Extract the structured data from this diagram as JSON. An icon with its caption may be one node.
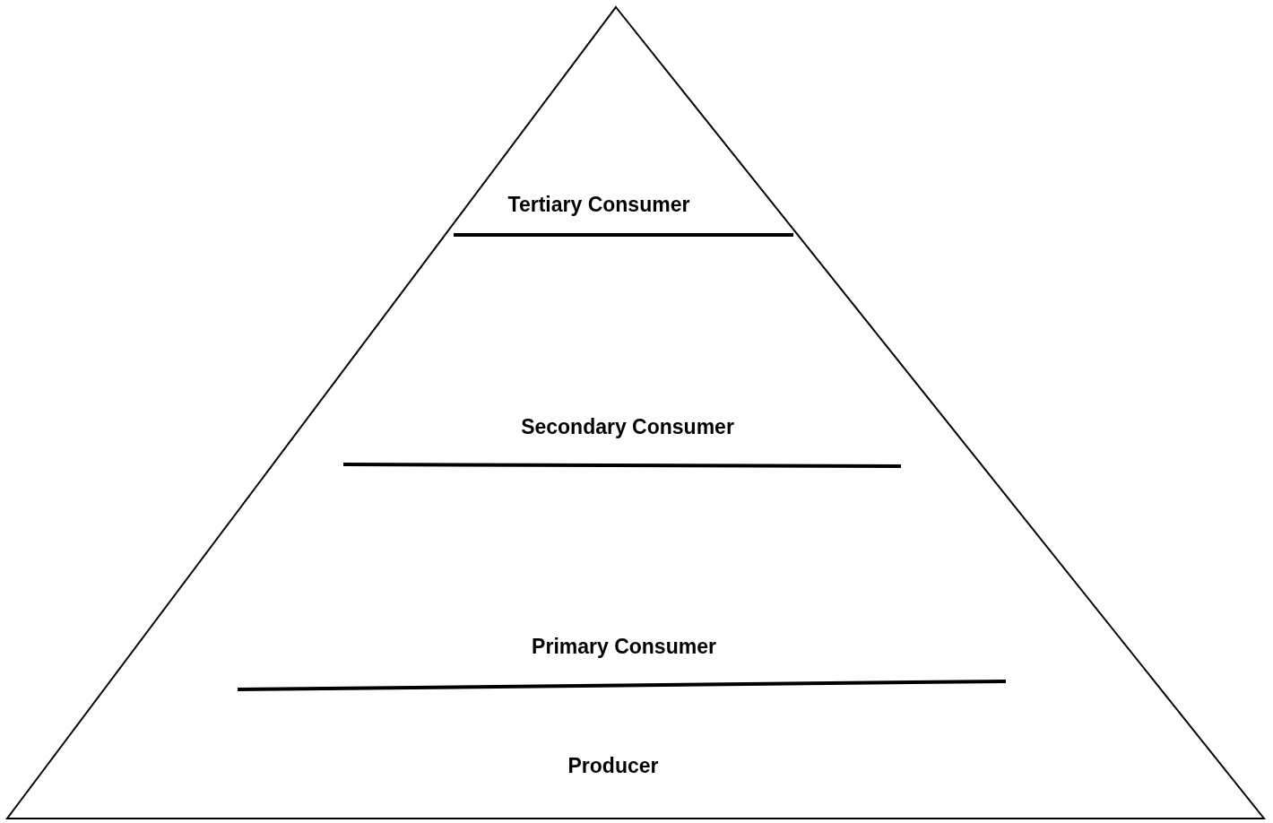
{
  "diagram": {
    "nodes": [
      {
        "text": [
          "Tertiary Consumer",
          "Secondary Consumer",
          "Primary Consumer",
          "Producer"
        ]
      }
    ]
  }
}
